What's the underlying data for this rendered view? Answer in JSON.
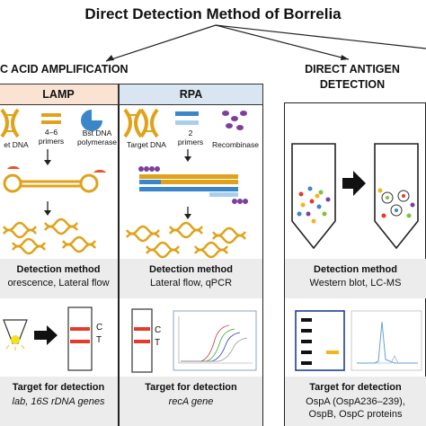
{
  "title": "Direct Detection Method of Borrelia",
  "sections": {
    "nucleic": {
      "label": "C ACID AMPLIFICATION"
    },
    "antigen": {
      "label_line1": "DIRECT ANTIGEN",
      "label_line2": "DETECTION"
    }
  },
  "lamp": {
    "tab": "LAMP",
    "target_dna": "et DNA",
    "primers": "4–6\nprimers",
    "polymerase": "Bst DNA\npolymerase",
    "detection_title": "Detection method",
    "detection_text": "orescence, Lateral flow",
    "target_title": "Target for detection",
    "target_text": "lab, 16S rDNA genes",
    "strip_c": "C",
    "strip_t": "T"
  },
  "rpa": {
    "tab": "RPA",
    "target_dna": "Target DNA",
    "primers": "2\nprimers",
    "recombinase": "Recombinase",
    "detection_title": "Detection method",
    "detection_text": "Lateral flow, qPCR",
    "target_title": "Target for detection",
    "target_text": "recA gene",
    "strip_c": "C",
    "strip_t": "T"
  },
  "antigen": {
    "detection_title": "Detection method",
    "detection_text": "Western blot, LC-MS",
    "target_title": "Target for detection",
    "target_line1": "OspA (OspA236–239),",
    "target_line2": "OspB, OspC proteins"
  },
  "colors": {
    "lamp_tab": "#fbe3d4",
    "rpa_tab": "#d9e6f2",
    "dna_gold": "#e0a21a",
    "primer_blue": "#3a86c8",
    "primer_light": "#a9cfee",
    "recombinase": "#7b3fa0",
    "strip_red": "#e53b2c",
    "band_yellow": "#f3b51c"
  },
  "icons": {
    "arrow": "down-arrow-icon",
    "big_arrow": "right-arrow-icon"
  }
}
